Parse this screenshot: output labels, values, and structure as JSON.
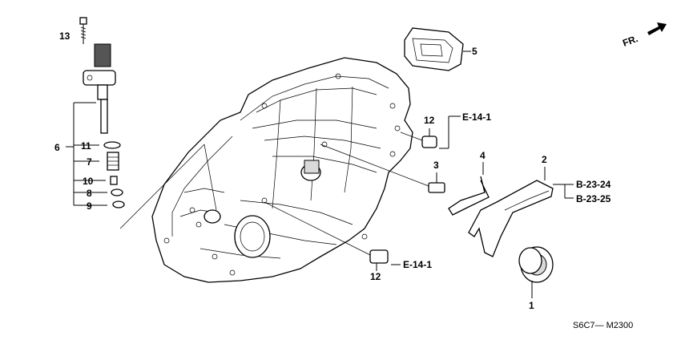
{
  "callouts": {
    "p1": "1",
    "p2": "2",
    "p3": "3",
    "p4": "4",
    "p5": "5",
    "p6": "6",
    "p7": "7",
    "p8": "8",
    "p9": "9",
    "p10": "10",
    "p11": "11",
    "p12a": "12",
    "p12b": "12",
    "p13": "13"
  },
  "references": {
    "e14_upper": "E-14-1",
    "e14_lower": "E-14-1",
    "b23_24": "B-23-24",
    "b23_25": "B-23-25"
  },
  "direction_label": "FR.",
  "diagram_code": "S6C7— M2300"
}
